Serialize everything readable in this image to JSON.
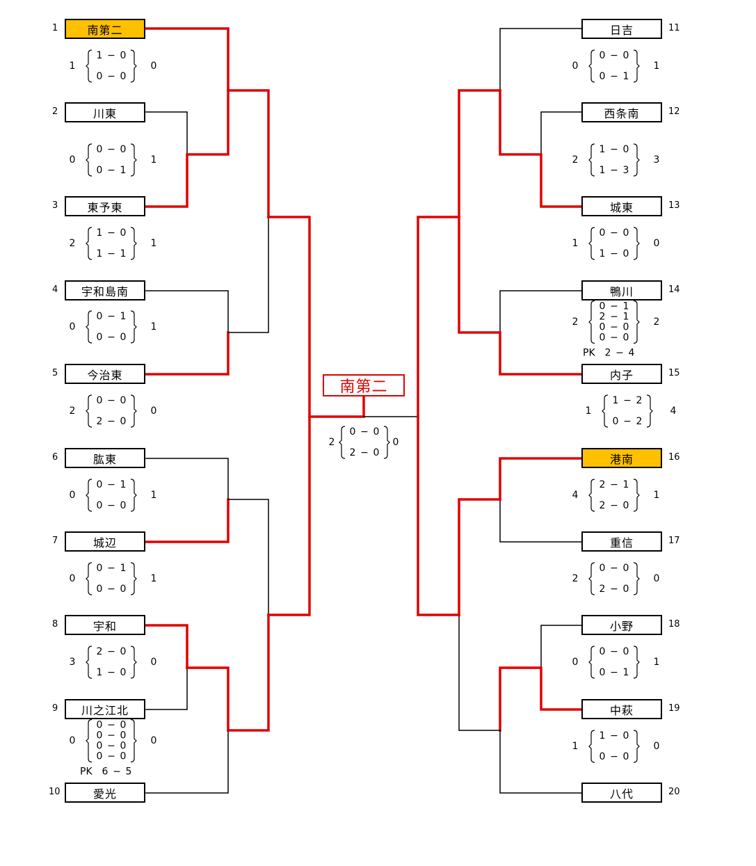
{
  "colors": {
    "win": "#e00000",
    "lose": "#000000",
    "winner_fill": "#FFC000"
  },
  "champion": "南第二",
  "teams": [
    {
      "seed": "1",
      "name": "南第二",
      "highlight": true
    },
    {
      "seed": "2",
      "name": "川東"
    },
    {
      "seed": "3",
      "name": "東予東"
    },
    {
      "seed": "4",
      "name": "宇和島南"
    },
    {
      "seed": "5",
      "name": "今治東"
    },
    {
      "seed": "6",
      "name": "肱東"
    },
    {
      "seed": "7",
      "name": "城辺"
    },
    {
      "seed": "8",
      "name": "宇和"
    },
    {
      "seed": "9",
      "name": "川之江北"
    },
    {
      "seed": "10",
      "name": "愛光"
    },
    {
      "seed": "11",
      "name": "日吉"
    },
    {
      "seed": "12",
      "name": "西条南"
    },
    {
      "seed": "13",
      "name": "城東"
    },
    {
      "seed": "14",
      "name": "鴨川"
    },
    {
      "seed": "15",
      "name": "内子"
    },
    {
      "seed": "16",
      "name": "港南",
      "highlight": true
    },
    {
      "seed": "17",
      "name": "重信"
    },
    {
      "seed": "18",
      "name": "小野"
    },
    {
      "seed": "19",
      "name": "中萩"
    },
    {
      "seed": "20",
      "name": "八代"
    }
  ],
  "scores": [
    {
      "left": "1",
      "halves": [
        [
          "1",
          "0"
        ],
        [
          "0",
          "0"
        ]
      ],
      "right": "0"
    },
    {
      "left": "0",
      "halves": [
        [
          "0",
          "0"
        ],
        [
          "0",
          "1"
        ]
      ],
      "right": "1"
    },
    {
      "left": "2",
      "halves": [
        [
          "1",
          "0"
        ],
        [
          "1",
          "1"
        ]
      ],
      "right": "1"
    },
    {
      "left": "0",
      "halves": [
        [
          "0",
          "1"
        ],
        [
          "0",
          "0"
        ]
      ],
      "right": "1"
    },
    {
      "left": "2",
      "halves": [
        [
          "0",
          "0"
        ],
        [
          "2",
          "0"
        ]
      ],
      "right": "0"
    },
    {
      "left": "0",
      "halves": [
        [
          "0",
          "1"
        ],
        [
          "0",
          "0"
        ]
      ],
      "right": "1"
    },
    {
      "left": "0",
      "halves": [
        [
          "0",
          "1"
        ],
        [
          "0",
          "0"
        ]
      ],
      "right": "1"
    },
    {
      "left": "3",
      "halves": [
        [
          "2",
          "0"
        ],
        [
          "1",
          "0"
        ]
      ],
      "right": "0"
    },
    {
      "left": "0",
      "halves": [
        [
          "0",
          "0"
        ],
        [
          "0",
          "0"
        ],
        [
          "0",
          "0"
        ],
        [
          "0",
          "0"
        ]
      ],
      "right": "0",
      "pk": [
        "PK",
        "6",
        "5"
      ]
    },
    {
      "left": "0",
      "halves": [
        [
          "0",
          "0"
        ],
        [
          "0",
          "1"
        ]
      ],
      "right": "1"
    },
    {
      "left": "2",
      "halves": [
        [
          "1",
          "0"
        ],
        [
          "1",
          "3"
        ]
      ],
      "right": "3"
    },
    {
      "left": "1",
      "halves": [
        [
          "0",
          "0"
        ],
        [
          "1",
          "0"
        ]
      ],
      "right": "0"
    },
    {
      "left": "2",
      "halves": [
        [
          "0",
          "1"
        ],
        [
          "2",
          "1"
        ],
        [
          "0",
          "0"
        ],
        [
          "0",
          "0"
        ]
      ],
      "right": "2",
      "pk": [
        "PK",
        "2",
        "4"
      ]
    },
    {
      "left": "1",
      "halves": [
        [
          "1",
          "2"
        ],
        [
          "0",
          "2"
        ]
      ],
      "right": "4"
    },
    {
      "left": "4",
      "halves": [
        [
          "2",
          "1"
        ],
        [
          "2",
          "0"
        ]
      ],
      "right": "1"
    },
    {
      "left": "2",
      "halves": [
        [
          "0",
          "0"
        ],
        [
          "2",
          "0"
        ]
      ],
      "right": "0"
    },
    {
      "left": "0",
      "halves": [
        [
          "0",
          "0"
        ],
        [
          "0",
          "1"
        ]
      ],
      "right": "1"
    },
    {
      "left": "1",
      "halves": [
        [
          "1",
          "0"
        ],
        [
          "0",
          "0"
        ]
      ],
      "right": "0"
    },
    {
      "left": "2",
      "halves": [
        [
          "0",
          "0"
        ],
        [
          "2",
          "0"
        ]
      ],
      "right": "0"
    }
  ]
}
